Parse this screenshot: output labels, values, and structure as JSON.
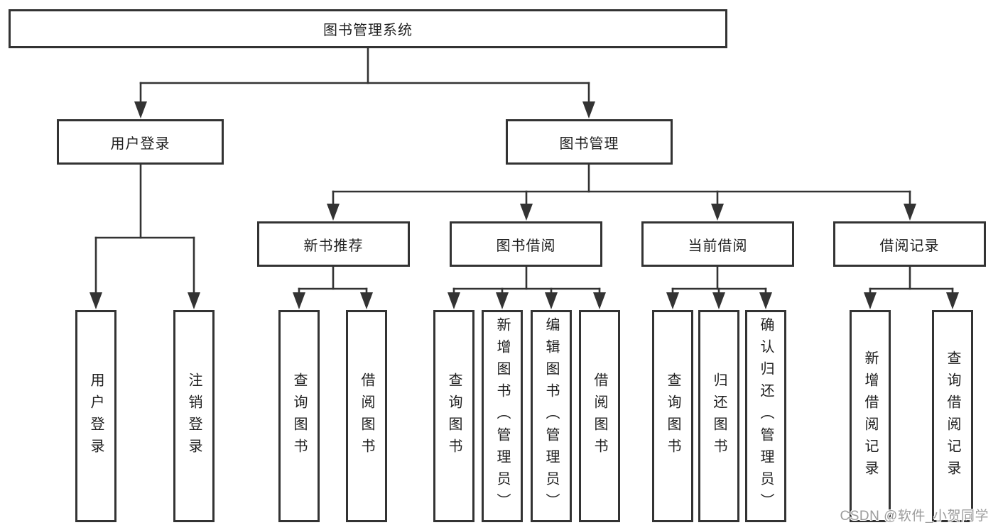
{
  "diagram": {
    "root": {
      "label": "图书管理系统"
    },
    "level2": [
      {
        "label": "用户登录"
      },
      {
        "label": "图书管理"
      }
    ],
    "level3": [
      {
        "label": "新书推荐"
      },
      {
        "label": "图书借阅"
      },
      {
        "label": "当前借阅"
      },
      {
        "label": "借阅记录"
      }
    ],
    "leaves": [
      {
        "label": "用户登录"
      },
      {
        "label": "注销登录"
      },
      {
        "label": "查询图书"
      },
      {
        "label": "借阅图书"
      },
      {
        "label": "查询图书"
      },
      {
        "label": "新增图书（管理员）"
      },
      {
        "label": "编辑图书（管理员）"
      },
      {
        "label": "借阅图书"
      },
      {
        "label": "查询图书"
      },
      {
        "label": "归还图书"
      },
      {
        "label": "确认归还（管理员）"
      },
      {
        "label": "新增借阅记录"
      },
      {
        "label": "查询借阅记录"
      }
    ],
    "watermark": "CSDN @软件_小贺同学",
    "colors": {
      "line": "#333333",
      "box_border": "#333333",
      "box_fill": "#ffffff",
      "text": "#1f1f1f",
      "watermark": "#9c9c9c"
    }
  }
}
